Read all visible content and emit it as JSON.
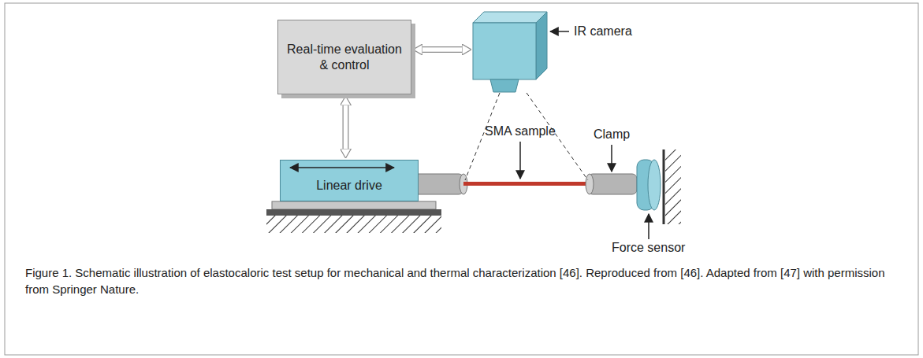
{
  "diagram": {
    "caption": "Figure 1. Schematic illustration of elastocaloric test setup for mechanical and thermal characterization [46]. Reproduced from [46]. Adapted from [47] with permission from Springer Nature.",
    "nodes": [
      {
        "text": [
          "Real-time evaluation & control"
        ]
      },
      {
        "text": [
          "IR camera"
        ]
      },
      {
        "text": [
          "Linear drive"
        ]
      }
    ],
    "edges": [
      {
        "from": 0,
        "to": 1,
        "arrow": "both"
      },
      {
        "from": 0,
        "to": 2,
        "arrow": "both"
      }
    ],
    "labels": [
      "SMA sample",
      "Clamp",
      "Force sensor"
    ]
  }
}
